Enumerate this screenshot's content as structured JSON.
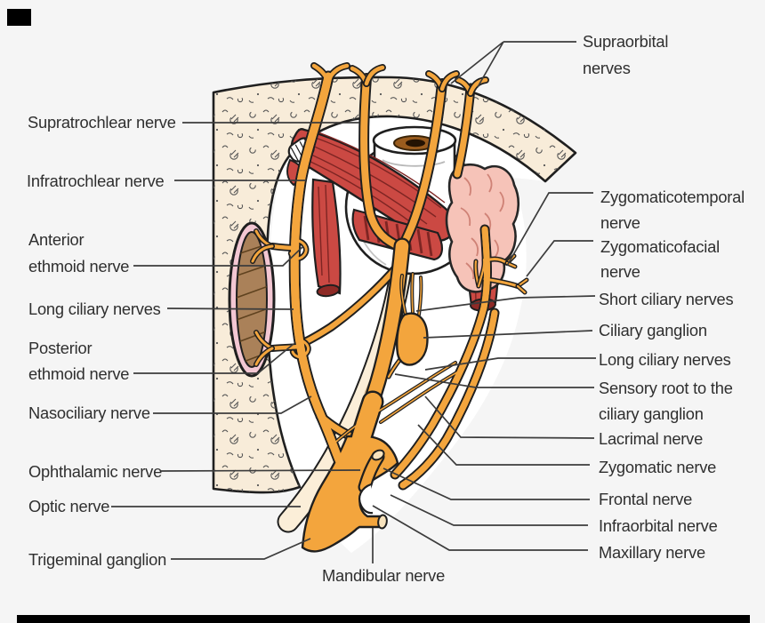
{
  "colors": {
    "background": "#f5f5f5",
    "bone": "#f8ecd9",
    "orbit_interior": "#ffffff",
    "nerve": "#f3a53d",
    "nerve_outline": "#1f1f1f",
    "muscle": "#cb4943",
    "muscle_striation": "#7e2523",
    "muscle_cut": "#8e2a26",
    "gland": "#f6c3b8",
    "optic_nerve": "#fbeed8",
    "ethmoid_rim": "#f3c7d3",
    "ethmoid_inner": "#aa8159",
    "iris": "#9a5c1e",
    "pupil": "#241303",
    "label_text": "#2f2f2f",
    "leader_line": "#3c3c3c"
  },
  "labels": {
    "supratrochlear": [
      "Supratrochlear nerve"
    ],
    "infratrochlear": [
      "Infratrochlear nerve"
    ],
    "anterior_ethmoid": [
      "Anterior",
      "ethmoid nerve"
    ],
    "long_ciliary_left": [
      "Long ciliary nerves"
    ],
    "posterior_ethmoid": [
      "Posterior",
      "ethmoid nerve"
    ],
    "nasociliary": [
      "Nasociliary nerve"
    ],
    "ophthalamic": [
      "Ophthalamic nerve"
    ],
    "optic": [
      "Optic nerve"
    ],
    "trigeminal_ganglion": [
      "Trigeminal ganglion"
    ],
    "mandibular": [
      "Mandibular nerve"
    ],
    "supraorbital": [
      "Supraorbital",
      "nerves"
    ],
    "zygomaticotemporal": [
      "Zygomaticotemporal",
      "nerve"
    ],
    "zygomaticofacial": [
      "Zygomaticofacial",
      "nerve"
    ],
    "short_ciliary": [
      "Short ciliary nerves"
    ],
    "ciliary_ganglion": [
      "Ciliary ganglion"
    ],
    "long_ciliary_right": [
      "Long ciliary nerves"
    ],
    "sensory_root": [
      "Sensory root to the",
      "ciliary ganglion"
    ],
    "lacrimal": [
      "Lacrimal nerve"
    ],
    "zygomatic": [
      "Zygomatic nerve"
    ],
    "frontal": [
      "Frontal nerve"
    ],
    "infraorbital": [
      "Infraorbital nerve"
    ],
    "maxillary": [
      "Maxillary nerve"
    ]
  }
}
